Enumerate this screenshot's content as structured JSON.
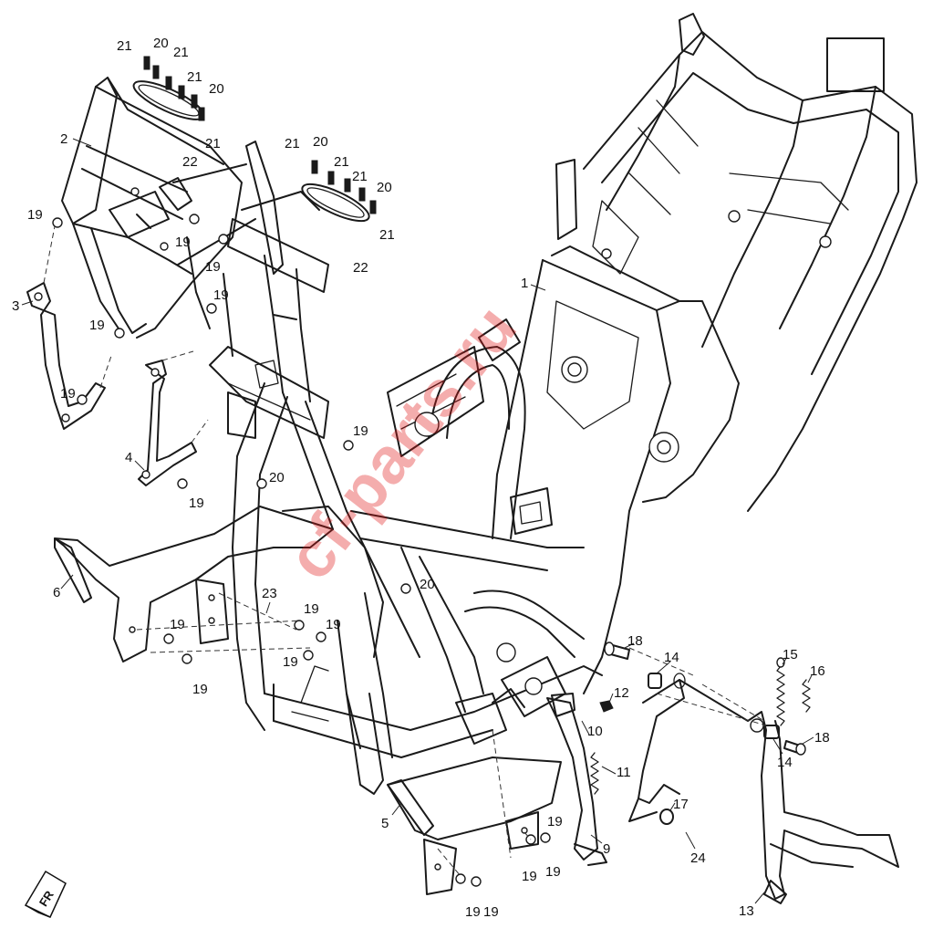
{
  "watermark": {
    "text": "cf-parts.ru",
    "color": "#e01818"
  },
  "orientation_icon": {
    "text": "FR"
  },
  "part_labels": [
    {
      "id": "l1",
      "text": "1"
    },
    {
      "id": "l2",
      "text": "2"
    },
    {
      "id": "l3",
      "text": "3"
    },
    {
      "id": "l4",
      "text": "4"
    },
    {
      "id": "l5",
      "text": "5"
    },
    {
      "id": "l6",
      "text": "6"
    },
    {
      "id": "l9",
      "text": "9"
    },
    {
      "id": "l10",
      "text": "10"
    },
    {
      "id": "l11",
      "text": "11"
    },
    {
      "id": "l12",
      "text": "12"
    },
    {
      "id": "l13",
      "text": "13"
    },
    {
      "id": "l14a",
      "text": "14"
    },
    {
      "id": "l14b",
      "text": "14"
    },
    {
      "id": "l15",
      "text": "15"
    },
    {
      "id": "l16",
      "text": "16"
    },
    {
      "id": "l17",
      "text": "17"
    },
    {
      "id": "l18a",
      "text": "18"
    },
    {
      "id": "l18b",
      "text": "18"
    },
    {
      "id": "l24",
      "text": "24"
    },
    {
      "id": "l23",
      "text": "23"
    },
    {
      "id": "l19a",
      "text": "19"
    },
    {
      "id": "l19b",
      "text": "19"
    },
    {
      "id": "l19c",
      "text": "19"
    },
    {
      "id": "l19d",
      "text": "19"
    },
    {
      "id": "l19e",
      "text": "19"
    },
    {
      "id": "l19f",
      "text": "19"
    },
    {
      "id": "l19g",
      "text": "19"
    },
    {
      "id": "l19h",
      "text": "19"
    },
    {
      "id": "l19i",
      "text": "19"
    },
    {
      "id": "l19j",
      "text": "19"
    },
    {
      "id": "l19k",
      "text": "19"
    },
    {
      "id": "l19l",
      "text": "19"
    },
    {
      "id": "l19m",
      "text": "19"
    },
    {
      "id": "l19n",
      "text": "19"
    },
    {
      "id": "l19o",
      "text": "19"
    },
    {
      "id": "l19p",
      "text": "19"
    },
    {
      "id": "l19q",
      "text": "19"
    },
    {
      "id": "l19r",
      "text": "19"
    },
    {
      "id": "l20a",
      "text": "20"
    },
    {
      "id": "l20b",
      "text": "20"
    },
    {
      "id": "l20c",
      "text": "20"
    },
    {
      "id": "l20d",
      "text": "20"
    },
    {
      "id": "l20e",
      "text": "20"
    },
    {
      "id": "l20f",
      "text": "20"
    },
    {
      "id": "l21a",
      "text": "21"
    },
    {
      "id": "l21b",
      "text": "21"
    },
    {
      "id": "l21c",
      "text": "21"
    },
    {
      "id": "l21d",
      "text": "21"
    },
    {
      "id": "l21e",
      "text": "21"
    },
    {
      "id": "l21f",
      "text": "21"
    },
    {
      "id": "l21g",
      "text": "21"
    },
    {
      "id": "l21h",
      "text": "21"
    },
    {
      "id": "l22a",
      "text": "22"
    },
    {
      "id": "l22b",
      "text": "22"
    }
  ]
}
